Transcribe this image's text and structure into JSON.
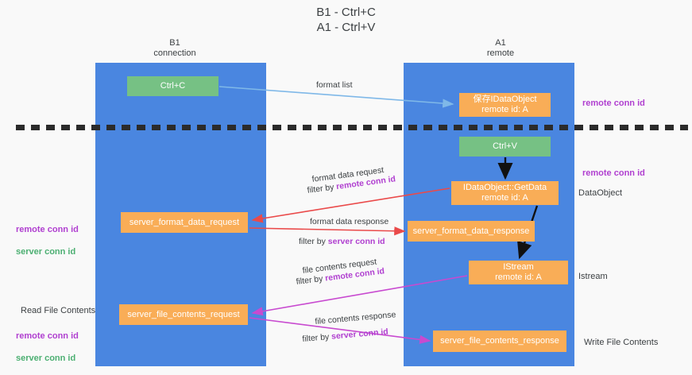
{
  "title": "B1 - Ctrl+C\nA1 - Ctrl+V",
  "columns": {
    "left": {
      "header": "B1\nconnection"
    },
    "right": {
      "header": "A1\nremote"
    }
  },
  "boxes": {
    "ctrl_c": {
      "label": "Ctrl+C",
      "color": "#76c184"
    },
    "save_dataobject": {
      "line1": "保存IDataObject",
      "line2": "remote id: A",
      "color": "#f9ad57"
    },
    "ctrl_v": {
      "label": "Ctrl+V",
      "color": "#76c184"
    },
    "getdata": {
      "line1": "IDataObject::GetData",
      "line2": "remote id: A",
      "color": "#f9ad57"
    },
    "format_data_request": {
      "label": "server_format_data_request",
      "color": "#f9ad57"
    },
    "format_data_response": {
      "label": "server_format_data_response",
      "color": "#f9ad57"
    },
    "istream": {
      "line1": "IStream",
      "line2": "remote id: A",
      "color": "#f9ad57"
    },
    "file_contents_request": {
      "label": "server_file_contents_request",
      "color": "#f9ad57"
    },
    "file_contents_response": {
      "label": "server_file_contents_response",
      "color": "#f9ad57"
    }
  },
  "edge_labels": {
    "format_list": "format list",
    "format_data_request": "format data request",
    "format_data_request_filter_prefix": "filter by ",
    "format_data_request_filter_key": "remote conn id",
    "format_data_response": "format data response",
    "format_data_response_filter_prefix": "filter by ",
    "format_data_response_filter_key": "server conn id",
    "file_contents_request": "file contents request",
    "file_contents_request_filter_prefix": "filter by ",
    "file_contents_request_filter_key": "remote conn id",
    "file_contents_response": "file contents response",
    "file_contents_response_filter_prefix": "filter by ",
    "file_contents_response_filter_key": "server conn id"
  },
  "annotations": {
    "right_remote_conn_id_top": "remote conn id",
    "right_remote_conn_id_mid": "remote conn id",
    "right_dataobject": "DataObject",
    "right_istream": "Istream",
    "right_write_file_contents": "Write File Contents",
    "left_remote_conn_id_1": "remote conn id",
    "left_server_conn_id_1": "server conn id",
    "left_read_file_contents": "Read File Contents",
    "left_remote_conn_id_2": "remote conn id",
    "left_server_conn_id_2": "server conn id"
  },
  "colors": {
    "lane": "#4a86e0",
    "green_box": "#76c184",
    "orange_box": "#f9ad57",
    "purple_text": "#b03fd0",
    "green_text": "#4caf72",
    "red_arrow": "#ea4a4a",
    "magenta_arrow": "#c84ad0",
    "blue_arrow": "#7fb8e8",
    "divider": "#2b2b2b",
    "background": "#f9f9f9"
  }
}
